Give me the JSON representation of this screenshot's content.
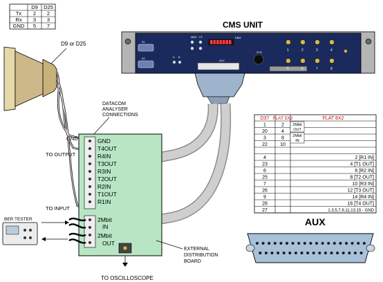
{
  "pin_table": {
    "headers": [
      "D9",
      "D25"
    ],
    "rows": [
      {
        "label": "Tx",
        "d9": "2",
        "d25": "2"
      },
      {
        "label": "Rx",
        "d9": "3",
        "d25": "3"
      },
      {
        "label": "GND",
        "d9": "5",
        "d25": "7"
      }
    ]
  },
  "connector_label": "D9 or D25",
  "cms_unit": {
    "title": "CMS UNIT",
    "small_labels": [
      "MMC",
      "CF",
      "DBM",
      "S1",
      "S2",
      "AUX",
      "SYN",
      "A",
      "B"
    ],
    "port_numbers": [
      "1",
      "2",
      "3",
      "4",
      "5",
      "6",
      "7",
      "8"
    ]
  },
  "datacom_label": [
    "DATACOM",
    "ANALYSER",
    "CONNECTIONS"
  ],
  "board": {
    "terminals": [
      "GND",
      "T4OUT",
      "R4IN",
      "T3OUT",
      "R3IN",
      "T2OUT",
      "R2IN",
      "T1OUT",
      "R1IN"
    ],
    "lower_terminals": [
      "2Mbit",
      "IN",
      "2Mbit",
      "OUT"
    ],
    "label": [
      "EXTERNAL",
      "DISTRIBUTION",
      "BOARD"
    ]
  },
  "wire_labels": {
    "gnd": "GND",
    "to_output": "TO OUTPUT",
    "to_input": "TO INPUT"
  },
  "ber_tester": "BER TESTER",
  "to_oscilloscope": "TO OSCILLOSCOPE",
  "mapping_table": {
    "headers": [
      "D37",
      "FLAT 5X2",
      "FLAT 8X2"
    ],
    "rows": [
      {
        "d37": "1",
        "f5": "2",
        "f8": ""
      },
      {
        "d37": "20",
        "f5": "4",
        "f8": ""
      },
      {
        "d37": "3",
        "f5": "8",
        "f8": ""
      },
      {
        "d37": "22",
        "f5": "10",
        "f8": ""
      },
      {
        "d37": "",
        "f5": "",
        "f8": ""
      },
      {
        "d37": "4",
        "f5": "",
        "f8": "2 [R1 IN]"
      },
      {
        "d37": "23",
        "f5": "",
        "f8": "4 [T1 OUT]"
      },
      {
        "d37": "6",
        "f5": "",
        "f8": "6 [R2 IN]"
      },
      {
        "d37": "25",
        "f5": "",
        "f8": "8 [T2 OUT]"
      },
      {
        "d37": "7",
        "f5": "",
        "f8": "10 [R3 IN]"
      },
      {
        "d37": "26",
        "f5": "",
        "f8": "12 [T3 OUT]"
      },
      {
        "d37": "9",
        "f5": "",
        "f8": "14 [R4 IN]"
      },
      {
        "d37": "28",
        "f5": "",
        "f8": "16 [T4 OUT]"
      },
      {
        "d37": "27",
        "f5": "",
        "f8": "1,3,5,7,9,11,13,15 - GND"
      }
    ],
    "group_labels": [
      [
        "2Mbit",
        "OUT"
      ],
      [
        "2Mbit",
        "IN"
      ]
    ]
  },
  "aux_label": "AUX",
  "colors": {
    "panel": "#1a2a5c",
    "board": "#b8e6c4",
    "cable": "#bdbdbd",
    "connector": "#9db4cc",
    "red_header": "#cc0000",
    "led": "#ff3b3b",
    "bnc": "#d4b84a"
  }
}
